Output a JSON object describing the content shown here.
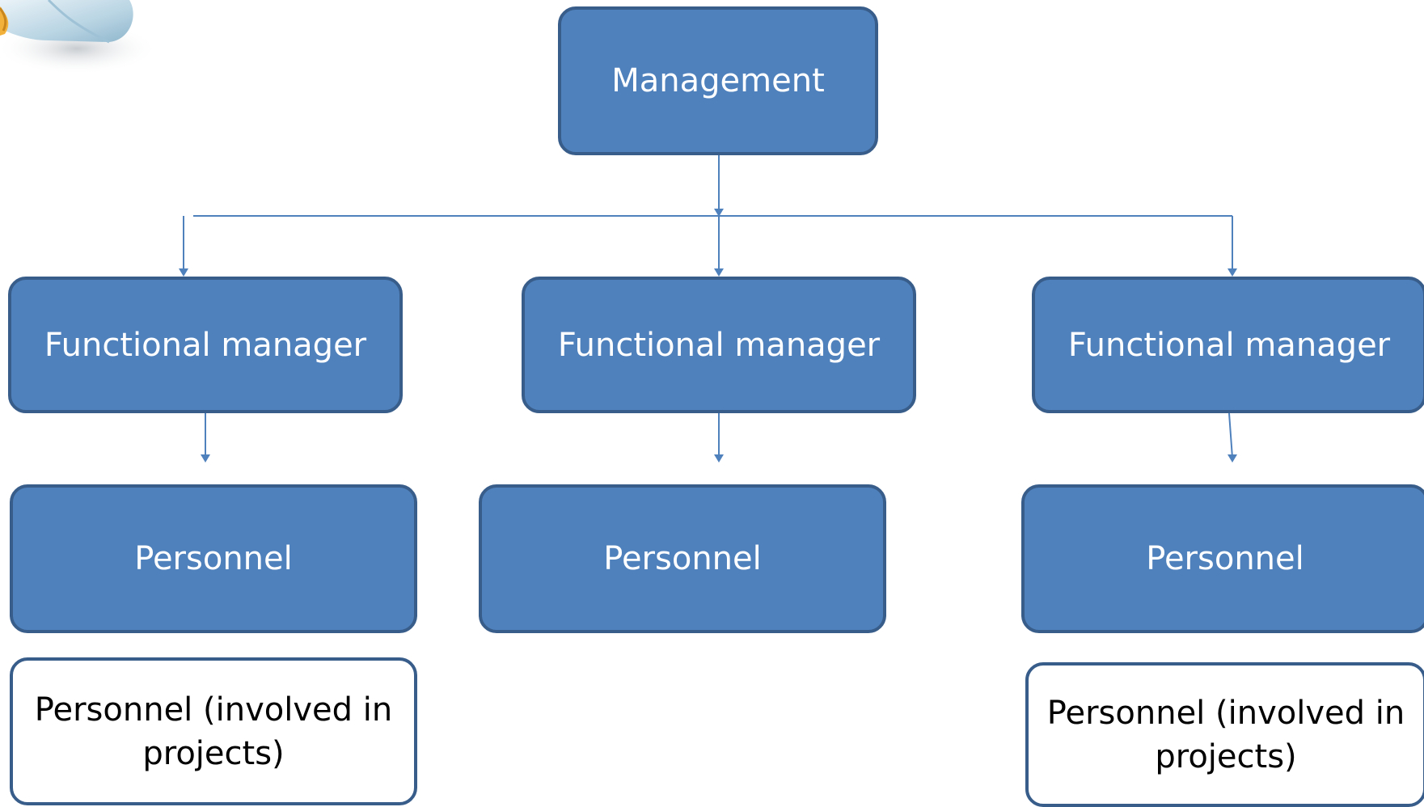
{
  "boxes": {
    "management": "Management",
    "functional_manager_1": "Functional manager",
    "functional_manager_2": "Functional manager",
    "functional_manager_3": "Functional manager",
    "personnel_1": "Personnel",
    "personnel_2": "Personnel",
    "personnel_3": "Personnel",
    "personnel_projects_1": "Personnel (involved in projects)",
    "personnel_projects_2": "Personnel (involved in projects)"
  },
  "colors": {
    "box_fill": "#4f81bd",
    "box_border": "#385d8a",
    "connector": "#4f81bd"
  }
}
